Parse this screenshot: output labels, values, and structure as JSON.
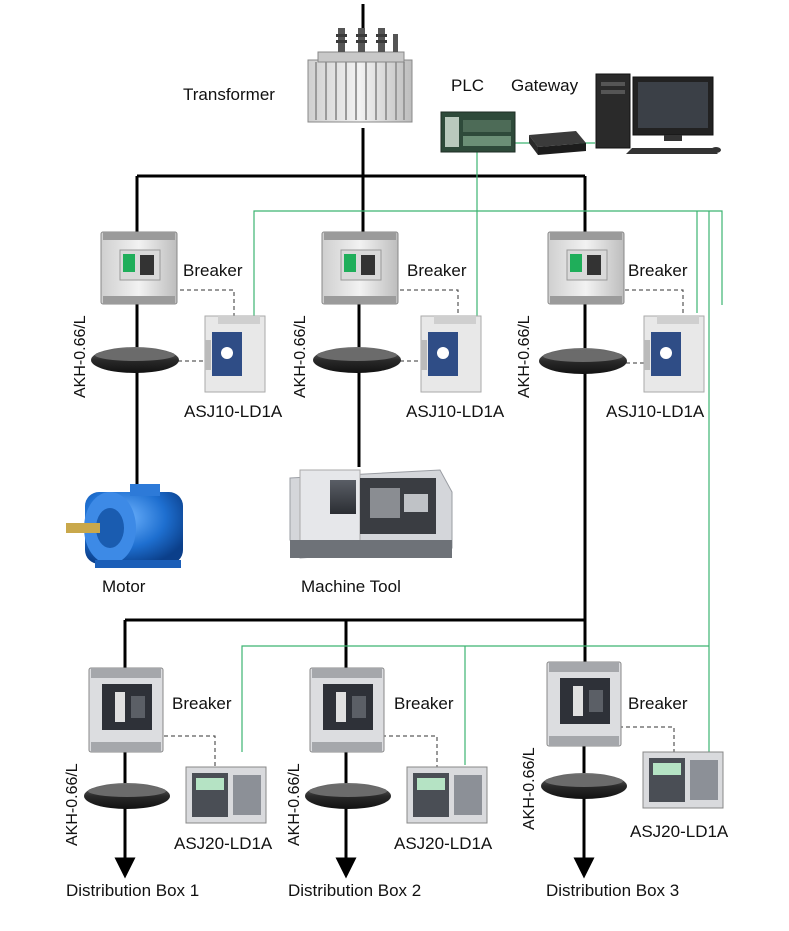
{
  "labels": {
    "transformer": "Transformer",
    "plc": "PLC",
    "gateway": "Gateway",
    "breaker": "Breaker",
    "akh": "AKH-0.66/L",
    "asj10": "ASJ10-LD1A",
    "asj20": "ASJ20-LD1A",
    "motor": "Motor",
    "machine_tool": "Machine Tool",
    "dist1": "Distribution Box 1",
    "dist2": "Distribution Box 2",
    "dist3": "Distribution Box 3"
  },
  "colors": {
    "power_line": "#000000",
    "comm_line": "#3cb371",
    "signal_line": "#333333"
  }
}
